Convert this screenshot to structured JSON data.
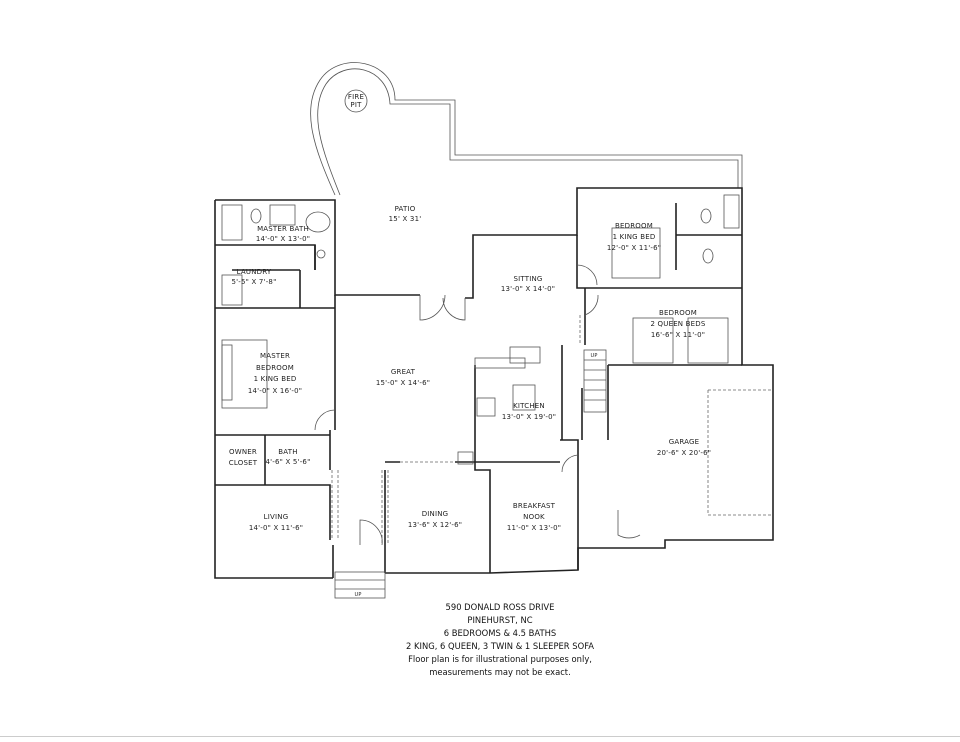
{
  "plan": {
    "fire_pit": [
      "FIRE",
      "PIT"
    ],
    "rooms": {
      "patio": {
        "name": "PATIO",
        "size": "15' X 31'"
      },
      "master_bath": {
        "name": "MASTER BATH",
        "size": "14'-0\" X 13'-0\""
      },
      "laundry": {
        "name": "LAUNDRY",
        "size": "5'-5\" X 7'-8\""
      },
      "master_bedroom": {
        "name": [
          "MASTER",
          "BEDROOM",
          "1 KING BED"
        ],
        "size": "14'-0\" X 16'-0\""
      },
      "great": {
        "name": "GREAT",
        "size": "15'-0\" X 14'-6\""
      },
      "sitting": {
        "name": "SITTING",
        "size": "13'-0\" X 14'-0\""
      },
      "bedroom_king": {
        "name": [
          "BEDROOM",
          "1 KING BED"
        ],
        "size": "12'-0\" X 11'-6\""
      },
      "bedroom_queen": {
        "name": [
          "BEDROOM",
          "2 QUEEN BEDS"
        ],
        "size": "16'-6\" X 11'-0\""
      },
      "kitchen": {
        "name": "KITCHEN",
        "size": "13'-0\" X 19'-0\""
      },
      "garage": {
        "name": "GARAGE",
        "size": "20'-6\" X 20'-6\""
      },
      "owner_closet": {
        "name": [
          "OWNER",
          "CLOSET"
        ]
      },
      "bath": {
        "name": "BATH",
        "size": "4'-6\" X 5'-6\""
      },
      "living": {
        "name": "LIVING",
        "size": "14'-0\" X 11'-6\""
      },
      "dining": {
        "name": "DINING",
        "size": "13'-6\" X 12'-6\""
      },
      "breakfast_nook": {
        "name": [
          "BREAKFAST",
          "NOOK"
        ],
        "size": "11'-0\" X 13'-0\""
      }
    },
    "stair_labels": {
      "interior": "UP",
      "entry": "UP"
    }
  },
  "caption": {
    "address": "590 DONALD ROSS DRIVE",
    "city": "PINEHURST, NC",
    "rooms": "6 BEDROOMS & 4.5 BATHS",
    "beds": "2 KING, 6 QUEEN, 3 TWIN & 1 SLEEPER SOFA",
    "disclaimer_1": "Floor plan is for illustrational purposes only,",
    "disclaimer_2": "measurements may not be exact."
  }
}
